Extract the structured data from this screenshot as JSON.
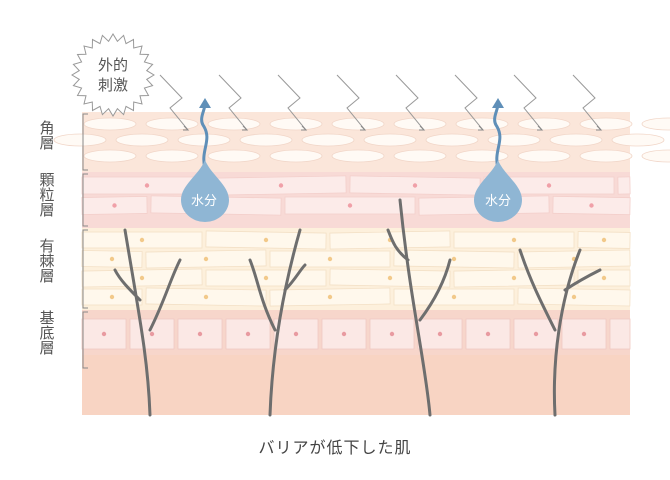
{
  "stimulus": {
    "line1": "外的",
    "line2": "刺激"
  },
  "layers": [
    {
      "label": "角層"
    },
    {
      "label": "顆粒層"
    },
    {
      "label": "有棘層"
    },
    {
      "label": "基底層"
    }
  ],
  "water_label": "水分",
  "caption": "バリアが低下した肌",
  "colors": {
    "corneum": "#fbe6da",
    "granular": "#f8dad6",
    "spinous": "#fdf0dc",
    "basal": "#f7d6cb",
    "dermis": "#f8d4c3",
    "water": "#8fb6d4",
    "hair": "#6e6e6e"
  }
}
